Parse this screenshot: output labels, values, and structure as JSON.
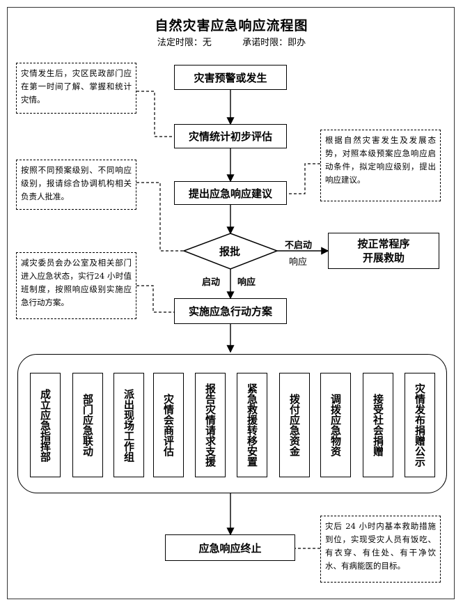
{
  "title": "自然灾害应急响应流程图",
  "subtitle": {
    "legal_limit": "法定时限：无",
    "promise_limit": "承诺时限：即办"
  },
  "steps": {
    "s1": "灾害预警或发生",
    "s2": "灾情统计初步评估",
    "s3": "提出应急响应建议",
    "decision": "报批",
    "no_start": "按正常程序\n开展救助",
    "s5": "实施应急行动方案",
    "end": "应急响应终止"
  },
  "edge_labels": {
    "no_start_1": "不启动",
    "no_start_2": "响应",
    "start": "启动",
    "respond": "响应"
  },
  "notes": {
    "n1": "灾情发生后，灾区民政部门应在第一时间了解、掌握和统计灾情。",
    "n2": "根据自然灾害发生及发展态势，对照本级预案应急响应启动条件，拟定响应级别，提出响应建议。",
    "n3": "按照不同预案级别、不同响应级别，报请综合协调机构相关负责人批准。",
    "n4": "减灾委员会办公室及相关部门进入应急状态，实行24 小时值班制度，按照响应级别实施应急行动方案。",
    "n5": "灾后 24 小时内基本救助措施到位，实现受灾人员有饭吃、有衣穿、有住处、有干净饮水、有病能医的目标。"
  },
  "actions": [
    "成立应急指挥部",
    "部门应急联动",
    "派出现场工作组",
    "灾情会商评估",
    "报告灾情请求支援",
    "紧急救援转移安置",
    "拨付应急资金",
    "调拨应急物资",
    "接受社会捐赠",
    "灾情发布捐赠公示"
  ]
}
